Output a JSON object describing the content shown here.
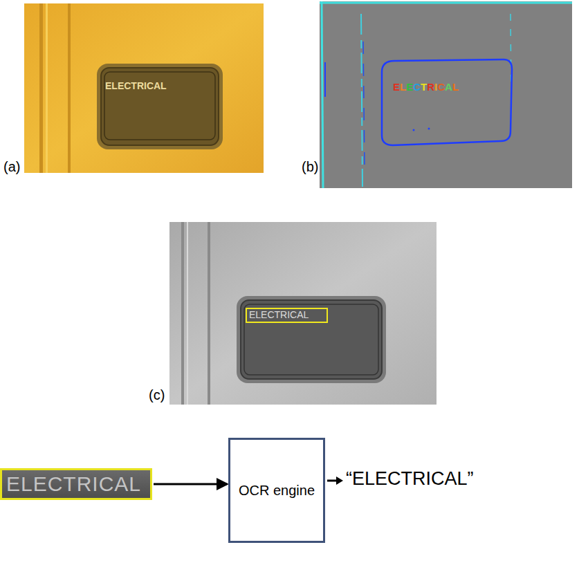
{
  "diagram": {
    "nodes": [
      {
        "text": [
          "ELECTRICAL"
        ]
      },
      {
        "text": [
          "OCR engine"
        ]
      }
    ],
    "edges": [
      {
        "from": 0,
        "to": 1,
        "arrow": "to"
      }
    ],
    "labels": [
      "(a)",
      "ELECTRICAL",
      "(b)",
      "ELECTRICAL",
      "(c)",
      "ELECTRICAL",
      "“ELECTRICAL”"
    ]
  }
}
